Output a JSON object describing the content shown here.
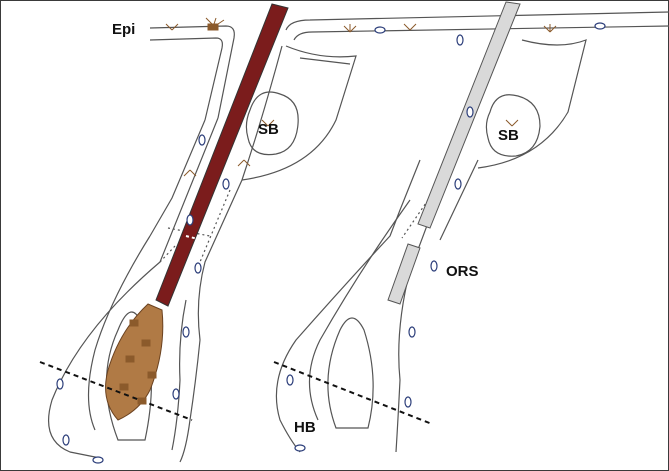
{
  "labels": {
    "epi": "Epi",
    "sb_left": "SB",
    "sb_right": "SB",
    "ors": "ORS",
    "hb": "HB"
  },
  "colors": {
    "pigmented_shaft": "#7b1c1c",
    "unpigmented_shaft": "#d9d9d9",
    "melanocyte": "#8b5a2b",
    "nucleus": "#2c3e7a",
    "outline": "#555555"
  },
  "icons": {
    "melanocyte": "melanocyte-icon",
    "nucleus": "nucleus-icon"
  }
}
